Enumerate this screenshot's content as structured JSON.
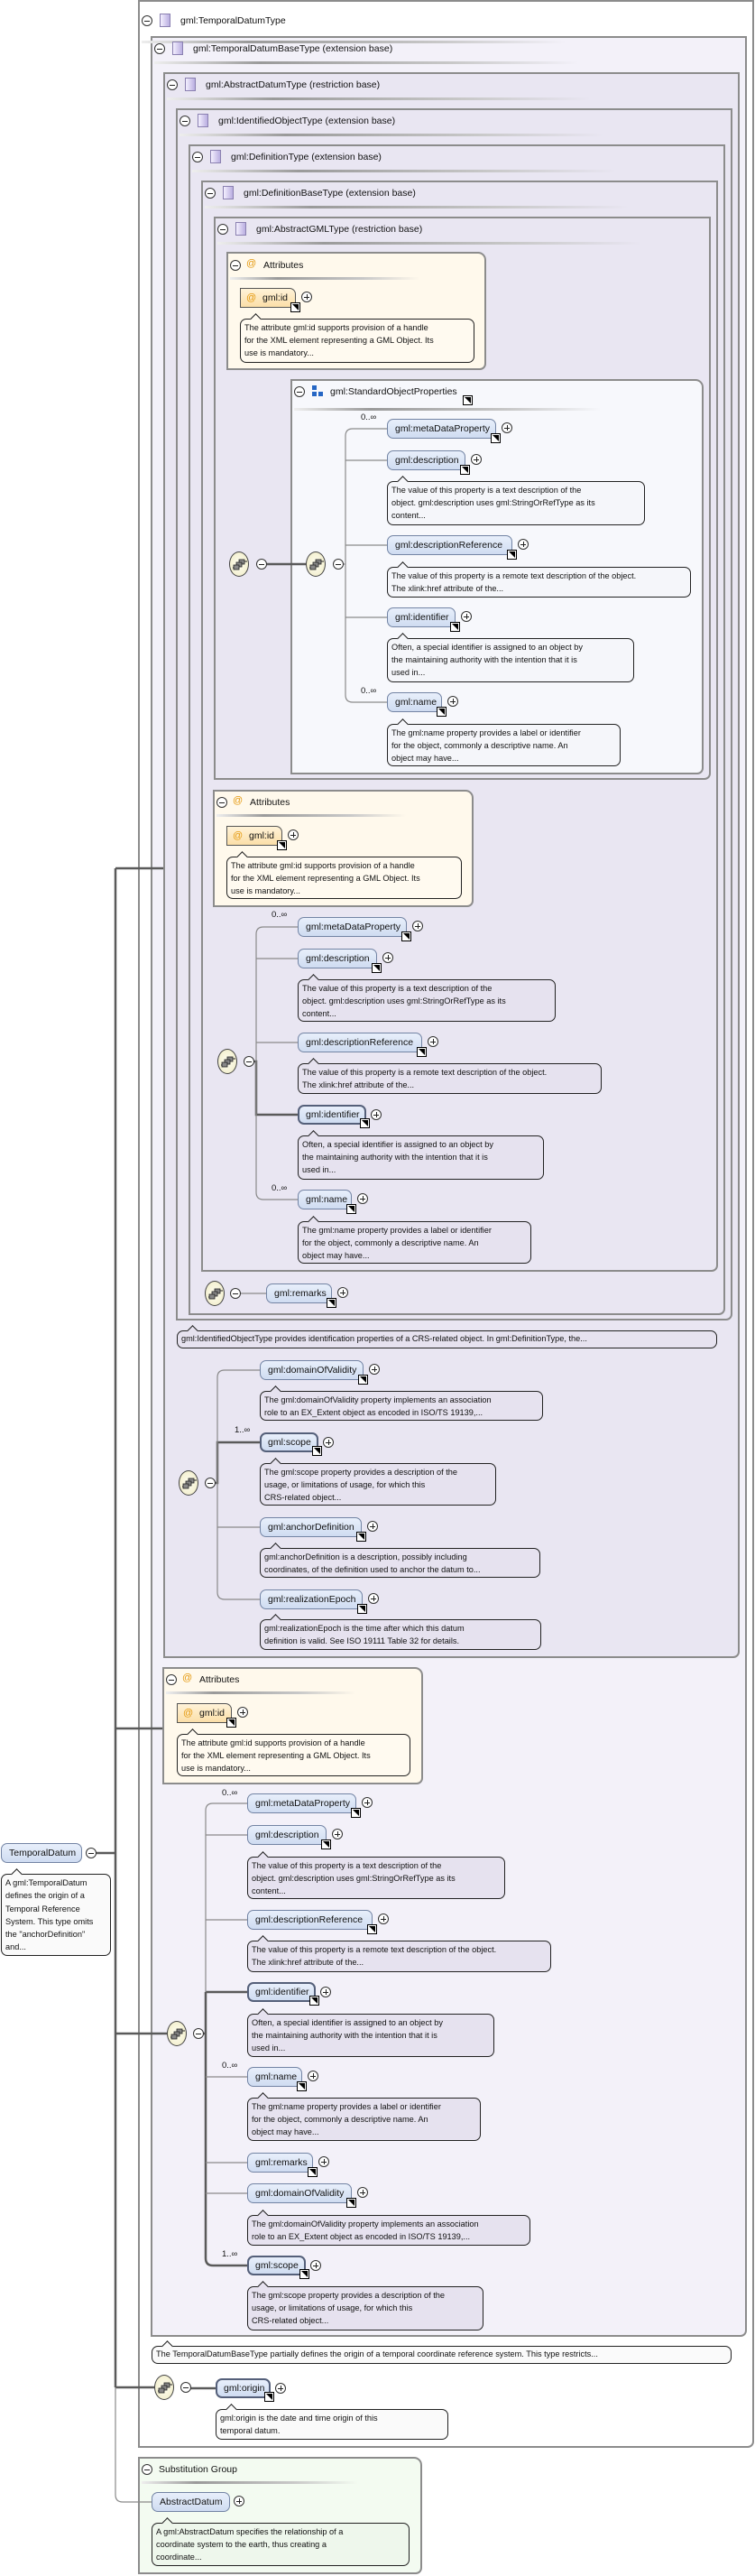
{
  "types": {
    "t0": "gml:TemporalDatumType",
    "t1": "gml:TemporalDatumBaseType (extension base)",
    "t2": "gml:AbstractDatumType (restriction base)",
    "t3": "gml:IdentifiedObjectType (extension base)",
    "t4": "gml:DefinitionType (extension base)",
    "t5": "gml:DefinitionBaseType (extension base)",
    "t6": "gml:AbstractGMLType (restriction base)"
  },
  "groups": {
    "attributes": "Attributes",
    "standard_object_properties": "gml:StandardObjectProperties",
    "substitution_group": "Substitution Group"
  },
  "elements": {
    "id": "gml:id",
    "metaDataProperty": "gml:metaDataProperty",
    "description": "gml:description",
    "descriptionReference": "gml:descriptionReference",
    "identifier": "gml:identifier",
    "name": "gml:name",
    "remarks": "gml:remarks",
    "domainOfValidity": "gml:domainOfValidity",
    "scope": "gml:scope",
    "anchorDefinition": "gml:anchorDefinition",
    "realizationEpoch": "gml:realizationEpoch",
    "origin": "gml:origin",
    "temporalDatum": "TemporalDatum",
    "abstractDatum": "AbstractDatum"
  },
  "cardinality": {
    "zero_many": "0..∞",
    "one_many": "1..∞"
  },
  "docs": {
    "id": "The attribute gml:id supports provision of a handle\nfor the XML element representing a GML Object. Its\nuse is mandatory...",
    "description": "The value of this property is a text description of the\nobject. gml:description uses gml:StringOrRefType as its\ncontent...",
    "descriptionReference": "The value of this property is a remote text description of the object.\nThe xlink:href attribute of the...",
    "identifier": "Often, a special identifier is assigned to an object by\nthe maintaining authority with the intention that it is\nused in...",
    "name": "The gml:name property provides a label or identifier\nfor the object, commonly a descriptive name. An\nobject may have...",
    "identifiedObjectType": "gml:IdentifiedObjectType provides identification properties of a CRS-related object. In gml:DefinitionType, the...",
    "domainOfValidity": "The gml:domainOfValidity property implements an association\nrole to an EX_Extent object as encoded in ISO/TS 19139,...",
    "scope": "The gml:scope property provides a description of the\nusage, or limitations of usage, for which this\nCRS-related object...",
    "anchorDefinition": "gml:anchorDefinition is a description, possibly including\ncoordinates, of the definition used to anchor the datum to...",
    "realizationEpoch": "gml:realizationEpoch is the time after which this datum\ndefinition is valid. See ISO 19111 Table 32 for details.",
    "temporalDatum": "A gml:TemporalDatum\ndefines the origin of a\nTemporal Reference\nSystem. This type omits\nthe \"anchorDefinition\"\nand...",
    "temporalDatumBaseType": "The TemporalDatumBaseType partially defines the origin of a temporal coordinate reference system. This type restricts...",
    "origin": "gml:origin is the date and time origin of this\ntemporal datum.",
    "abstractDatum": "A gml:AbstractDatum specifies the relationship of a\ncoordinate system to the earth, thus creating a\ncoordinate..."
  },
  "icons": {
    "collapse": "minus-circle",
    "expand": "plus-circle",
    "type": "complex-type",
    "reference": "reference-arrow",
    "sequence": "sequence-compositor",
    "attribute": "at-sign"
  },
  "colors": {
    "element_fill": "#d8e3f5",
    "attribute_fill": "#fde6b8",
    "type_box": "#e9e6f2",
    "border": "#8c8c8c",
    "substitution_fill": "#f3fbf1"
  }
}
